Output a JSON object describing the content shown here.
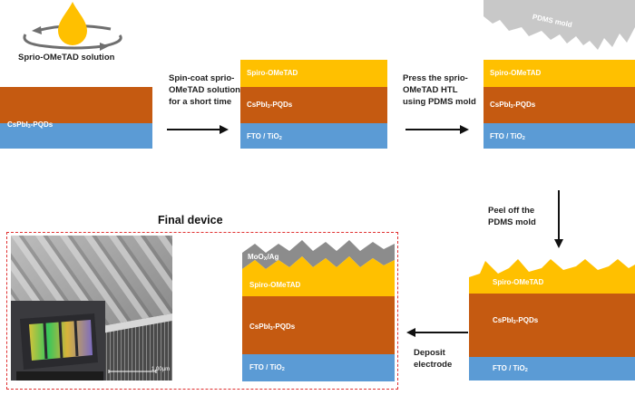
{
  "solution_label": "Sprio-OMeTAD solution",
  "layers": {
    "fto": "FTO / TiO",
    "fto_sub": "2",
    "perovskite": "CsPbI",
    "perovskite_sub": "3",
    "perovskite_suffix": "-PQDs",
    "htl": "Spiro-OMeTAD",
    "electrode": "MoO",
    "electrode_sub": "X",
    "electrode_suffix": "/Ag"
  },
  "mold_label": "PDMS mold",
  "steps": {
    "spin": [
      "Spin-coat sprio-",
      "OMeTAD solution",
      "for a short time"
    ],
    "press": [
      "Press the sprio-",
      "OMeTAD HTL",
      "using PDMS mold"
    ],
    "peel": [
      "Peel off the",
      "PDMS mold"
    ],
    "deposit": [
      "Deposit",
      "electrode"
    ]
  },
  "final_title": "Final device",
  "scale_bar": "1.00μm",
  "colors": {
    "fto": "#5b9bd5",
    "perovskite": "#c55a11",
    "htl": "#ffc000",
    "electrode": "#8c8c8c",
    "mold": "#c8c8c8",
    "frame": "#e03030"
  }
}
